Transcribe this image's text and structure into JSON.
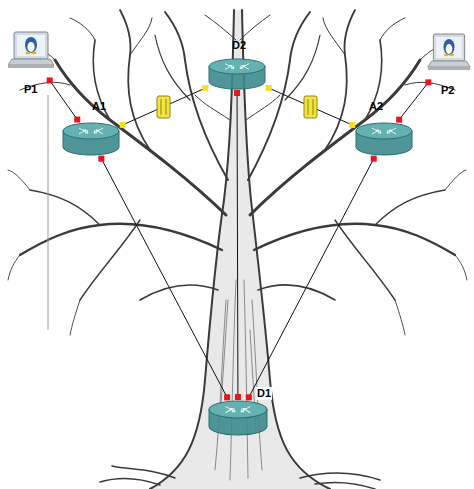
{
  "diagram": {
    "nodes": [
      {
        "text": [
          "D2"
        ]
      },
      {
        "text": [
          "P1"
        ]
      },
      {
        "text": [
          "A1"
        ]
      },
      {
        "text": [
          "A2"
        ]
      },
      {
        "text": [
          "P2"
        ]
      },
      {
        "text": [
          "D1"
        ]
      }
    ],
    "edges": [
      {
        "from": 1,
        "to": 2,
        "arrow": "none"
      },
      {
        "from": 4,
        "to": 3,
        "arrow": "none"
      },
      {
        "from": 2,
        "to": 0,
        "arrow": "none"
      },
      {
        "from": 3,
        "to": 0,
        "arrow": "none"
      },
      {
        "from": 2,
        "to": 5,
        "arrow": "none"
      },
      {
        "from": 3,
        "to": 5,
        "arrow": "none"
      },
      {
        "from": 0,
        "to": 5,
        "arrow": "none"
      }
    ]
  }
}
